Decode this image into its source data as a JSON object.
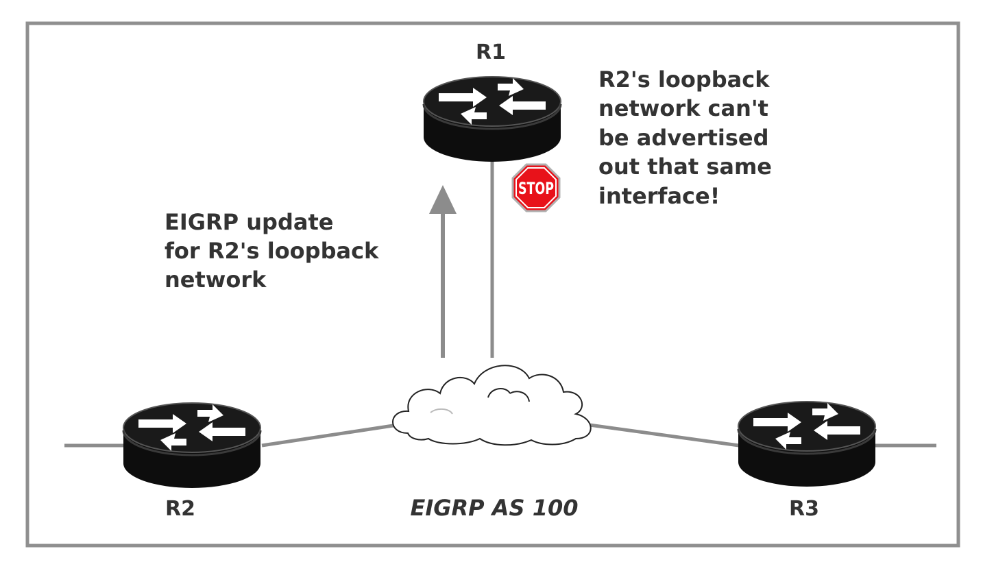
{
  "diagram": {
    "routers": {
      "r1": {
        "label": "R1"
      },
      "r2": {
        "label": "R2"
      },
      "r3": {
        "label": "R3"
      }
    },
    "cloud_label": "EIGRP AS 100",
    "update_note": [
      "EIGRP update",
      "for R2's loopback",
      "network"
    ],
    "split_horizon_note": [
      "R2's loopback",
      "network can't",
      "be advertised",
      "out that same",
      "interface!"
    ],
    "stop_sign": {
      "text": "STOP",
      "color": "#e8121a"
    },
    "colors": {
      "link": "#8c8c8c",
      "router": "#0d0d0d",
      "text": "#333333",
      "frame": "#8f8f8f"
    }
  }
}
